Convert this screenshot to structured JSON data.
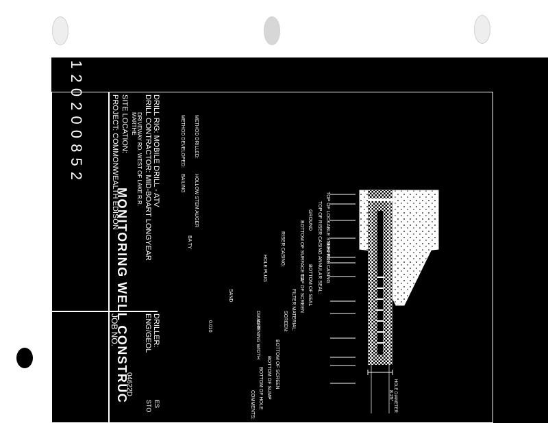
{
  "header": {
    "top_strip": "1 2 0  2 0 0 8 5 2",
    "title": "MONITORING WELL CONSTRUC",
    "job_label": "JOB NO.",
    "job_value": "04622D"
  },
  "project": {
    "project_line": "PROJECT:  COMMONWEALTH EDISON",
    "site_line": "SITE LOCATION:",
    "site_detail_1": "MARTHE",
    "site_detail_2": "DRIVEWAY RD. WEST OF LAKE R.R.",
    "drill_contractor": "DRILL CONTRACTOR: MID-BOART LONGYEAR",
    "drill_rig": "DRILL RIG: MOBILE DRILL - ATV",
    "eng_geol": "ENG/GEOL",
    "eng_geol_value": "STO",
    "driller": "DRILLER:",
    "driller_value": "ES"
  },
  "methods": {
    "method_drilled": "METHOD DRILLED:",
    "method_drilled_value": "HOLLOW STEM AUGER",
    "method_developed": "METHOD DEVELOPED:",
    "method_developed_value": "BAILING"
  },
  "hole": {
    "diameter_label": "HOLE DIAMETER",
    "diameter_value": "8.25\""
  },
  "callouts": [
    "TOP OF LOCKABLE STEEL PRO",
    "TOP OF RISER CASING",
    "GROUND",
    "BOTTOM OF SURFACE CA",
    "RISER CASING:",
    "SURFACE CASING",
    "ANNULAR SEAL:",
    "BOTTOM OF SEAL",
    "TOP OF SCREEN",
    "FILTER MATERIAL:",
    "SCREEN:",
    "BOTTOM OF SCREEN",
    "BOTTOM OF SUMP",
    "BOTTOM OF HOLE",
    "COMMENTS:"
  ],
  "callout_values": {
    "riser_casing_value": "BA TY",
    "annular_seal_value": "HOLE PLUG",
    "filter_material_value": "SAND",
    "screen_value": "DIAM. 2\"",
    "screen_slot": "OPENING WIDTH",
    "screen_slot_value": "0.010"
  }
}
